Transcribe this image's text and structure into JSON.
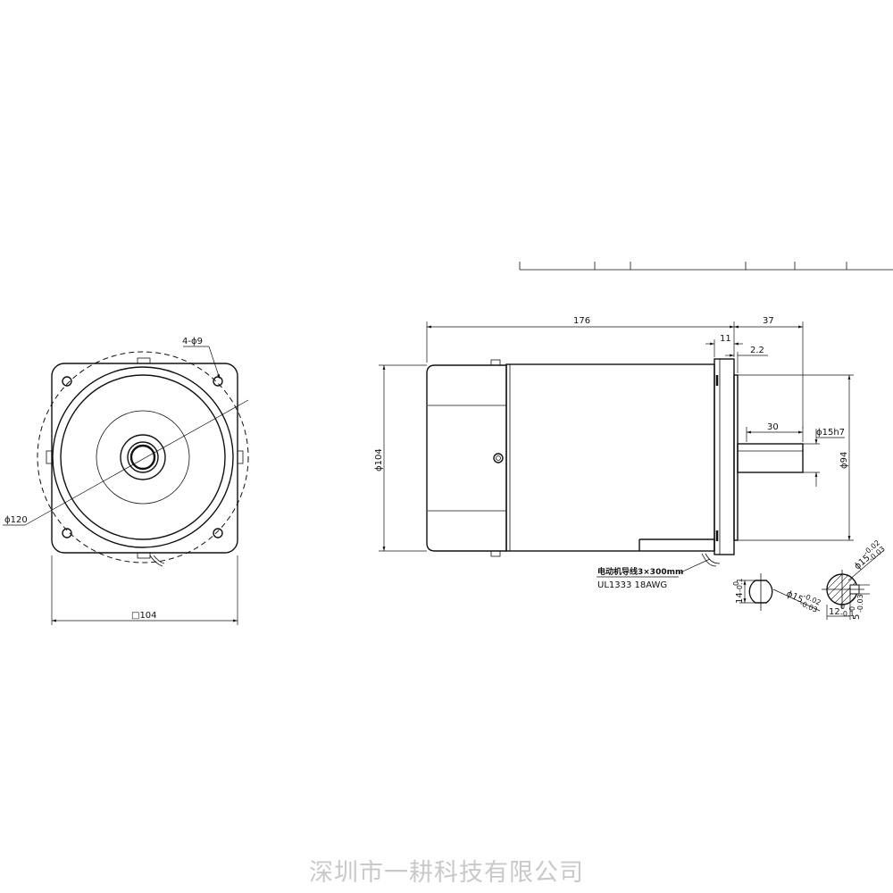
{
  "front_view": {
    "bolt_holes_label": "4-ϕ9",
    "pcd_label": "ϕ120",
    "flange_label": "□104"
  },
  "side_view": {
    "length_label": "176",
    "shaft_length_label": "37",
    "flange_thickness_label": "11",
    "spigot_label": "2.2",
    "key_length_label": "30",
    "shaft_dia_label": "ϕ15h7",
    "body_dia_label": "ϕ104",
    "spigot_dia_label": "ϕ94",
    "lead_wire_label": "电动机导线3×300mm",
    "lead_wire_spec": "UL1333   18AWG"
  },
  "shaft_sections": {
    "d_cut_height": "14",
    "d_cut_height_tol": "-0.1",
    "d_cut_height_tol_upper": "0",
    "d_cut_dia": "ϕ15",
    "d_cut_dia_tol_upper": "-0.02",
    "d_cut_dia_tol_lower": "-0.03",
    "key_dia": "ϕ15",
    "key_dia_tol_upper": "-0.02",
    "key_dia_tol_lower": "-0.03",
    "key_height": "12",
    "key_height_tol_upper": "0",
    "key_height_tol_lower": "-0.1",
    "key_width": "5",
    "key_width_tol_upper": "0",
    "key_width_tol_lower": "-0.03"
  },
  "watermark": "深圳市一耕科技有限公司"
}
